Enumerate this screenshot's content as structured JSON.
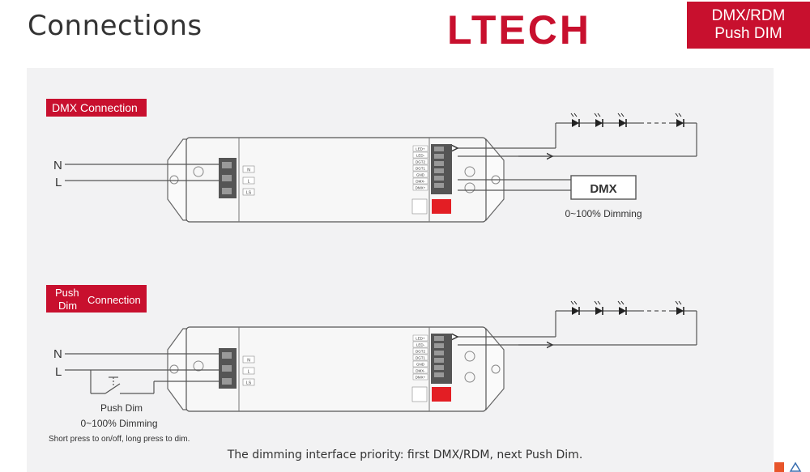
{
  "header": {
    "title": "Connections",
    "brand": "LTECH",
    "badge_line1": "DMX/RDM",
    "badge_line2": "Push DIM"
  },
  "dmx_section": {
    "label": "DMX Connection",
    "n_label": "N",
    "l_label": "L",
    "dmx_box": "DMX",
    "dimming": "0~100% Dimming"
  },
  "push_section": {
    "label_line1": "Push",
    "label_line2": "Dim",
    "label_rest": "Connection",
    "n_label": "N",
    "l_label": "L",
    "push_dim": "Push Dim",
    "dimming": "0~100% Dimming",
    "note": "Short press to on/off, long press to dim."
  },
  "terminals": {
    "input": [
      "N",
      "L",
      "LS"
    ],
    "output": [
      "LED+",
      "LED-",
      "DGT2",
      "DGT1",
      "GND",
      "DMX-",
      "DMX+"
    ]
  },
  "footer": {
    "priority": "The dimming interface priority: first DMX/RDM, next Push Dim."
  },
  "colors": {
    "brand_red": "#c8102e",
    "panel": "#f2f2f3",
    "line": "#555555"
  }
}
